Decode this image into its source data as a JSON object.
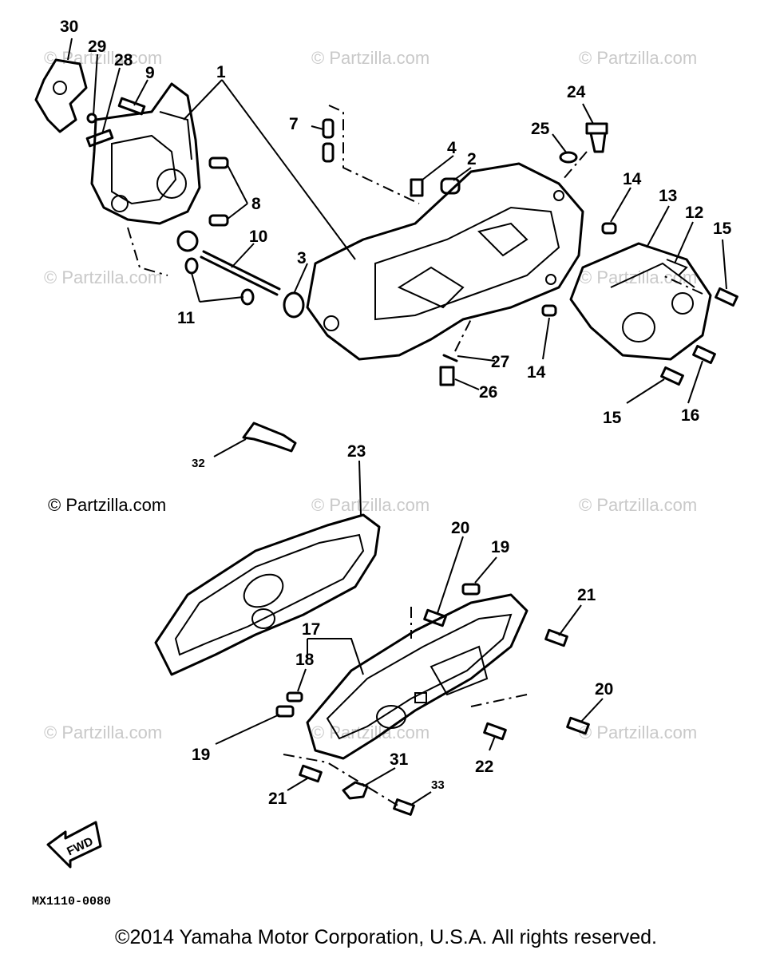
{
  "watermarks": [
    "© Partzilla.com",
    "© Partzilla.com",
    "© Partzilla.com",
    "© Partzilla.com",
    "© Partzilla.com",
    "© Partzilla.com",
    "© Partzilla.com",
    "© Partzilla.com",
    "© Partzilla.com",
    "© Partzilla.com",
    "© Partzilla.com"
  ],
  "callouts": {
    "c1": "1",
    "c2": "2",
    "c3": "3",
    "c4": "4",
    "c7": "7",
    "c8": "8",
    "c9": "9",
    "c10": "10",
    "c11": "11",
    "c12": "12",
    "c13": "13",
    "c14a": "14",
    "c14b": "14",
    "c15a": "15",
    "c15b": "15",
    "c16": "16",
    "c17": "17",
    "c18": "18",
    "c19a": "19",
    "c19b": "19",
    "c20a": "20",
    "c20b": "20",
    "c21a": "21",
    "c21b": "21",
    "c22": "22",
    "c23": "23",
    "c24": "24",
    "c25": "25",
    "c26": "26",
    "c27": "27",
    "c28": "28",
    "c29": "29",
    "c30": "30",
    "c31": "31",
    "c32": "32",
    "c33": "33"
  },
  "fwd_label": "FWD",
  "diagram_code": "MX1110-0080",
  "copyright": "©2014 Yamaha Motor Corporation, U.S.A. All rights reserved."
}
